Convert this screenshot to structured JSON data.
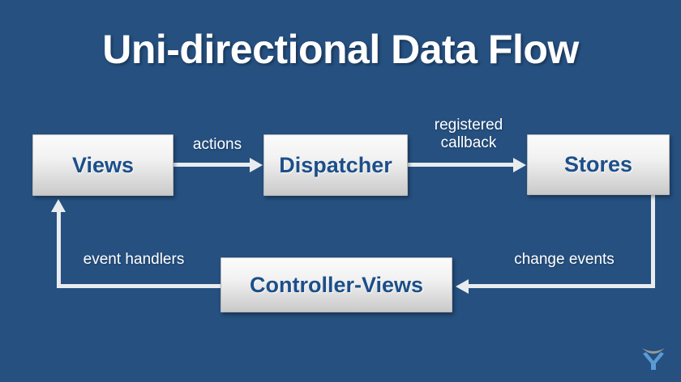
{
  "slide": {
    "title": "Uni-directional Data Flow",
    "background_color": "#255080",
    "node_text_color": "#1c4f89",
    "label_text_color": "#ffffff",
    "connector_color": "#e9ecef"
  },
  "nodes": [
    {
      "id": "views",
      "label": "Views"
    },
    {
      "id": "dispatcher",
      "label": "Dispatcher"
    },
    {
      "id": "stores",
      "label": "Stores"
    },
    {
      "id": "controller",
      "label": "Controller-Views"
    }
  ],
  "edges": [
    {
      "id": "views-to-dispatcher",
      "label": "actions",
      "from": "views",
      "to": "dispatcher"
    },
    {
      "id": "dispatcher-to-stores",
      "label": "registered\ncallback",
      "from": "dispatcher",
      "to": "stores"
    },
    {
      "id": "stores-to-controller",
      "label": "change events",
      "from": "stores",
      "to": "controller"
    },
    {
      "id": "controller-to-views",
      "label": "event handlers",
      "from": "controller",
      "to": "views"
    }
  ],
  "logo": {
    "name": "x-arc-logo",
    "mark_color": "#5b9bd5",
    "arc_color": "#9a9a92"
  }
}
